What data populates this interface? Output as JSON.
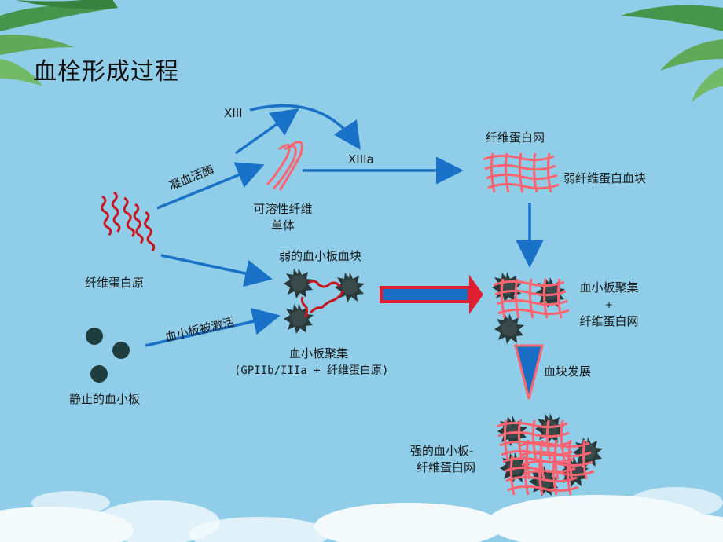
{
  "title": "血栓形成过程",
  "labels": {
    "xiii": "XIII",
    "xiiia": "XIIIa",
    "thrombin": "凝血活酶",
    "soluble_monomer_line1": "可溶性纤维",
    "soluble_monomer_line2": "单体",
    "fibrinogen": "纤维蛋白原",
    "fibrin_mesh": "纤维蛋白网",
    "weak_fibrin_clot": "弱纤维蛋白血块",
    "weak_platelet_clot": "弱的血小板血块",
    "platelet_activated": "血小板被激活",
    "resting_platelets": "静止的血小板",
    "platelet_aggregation": "血小板聚集",
    "gp_receptor": "(GPIIb/IIIa + 纤维蛋白原)",
    "combined_line1": "血小板聚集",
    "combined_line2": "+",
    "combined_line3": "纤维蛋白网",
    "clot_development": "血块发展",
    "strong_clot_line1": "强的血小板-",
    "strong_clot_line2": "纤维蛋白网"
  },
  "colors": {
    "background": "#8fcde8",
    "arrow_blue": "#1a72c8",
    "fibrin_red": "#c8141e",
    "mesh_pink": "#ff6470",
    "platelet_dark": "#2a3a3a"
  }
}
